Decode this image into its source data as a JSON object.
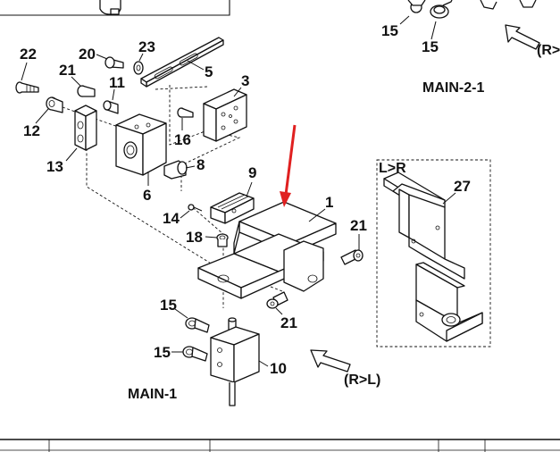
{
  "diagram": {
    "part_numbers": {
      "p22": "22",
      "p20": "20",
      "p23": "23",
      "p5": "5",
      "p3": "3",
      "p21a": "21",
      "p11": "11",
      "p12": "12",
      "p16": "16",
      "p13": "13",
      "p8": "8",
      "p6": "6",
      "p9": "9",
      "p1": "1",
      "p14": "14",
      "p18": "18",
      "p21b": "21",
      "p21c": "21",
      "p15a": "15",
      "p15b": "15",
      "p10": "10",
      "p15c": "15",
      "p15d": "15",
      "p27": "27"
    },
    "views": {
      "main1_label": "MAIN-1",
      "main21_label": "MAIN-2-1",
      "direction_main": "(R>L)",
      "direction_top": "(R>",
      "inset_label": "L>R"
    },
    "colors": {
      "pointer_arrow": "#e02020",
      "line": "#111111"
    }
  }
}
